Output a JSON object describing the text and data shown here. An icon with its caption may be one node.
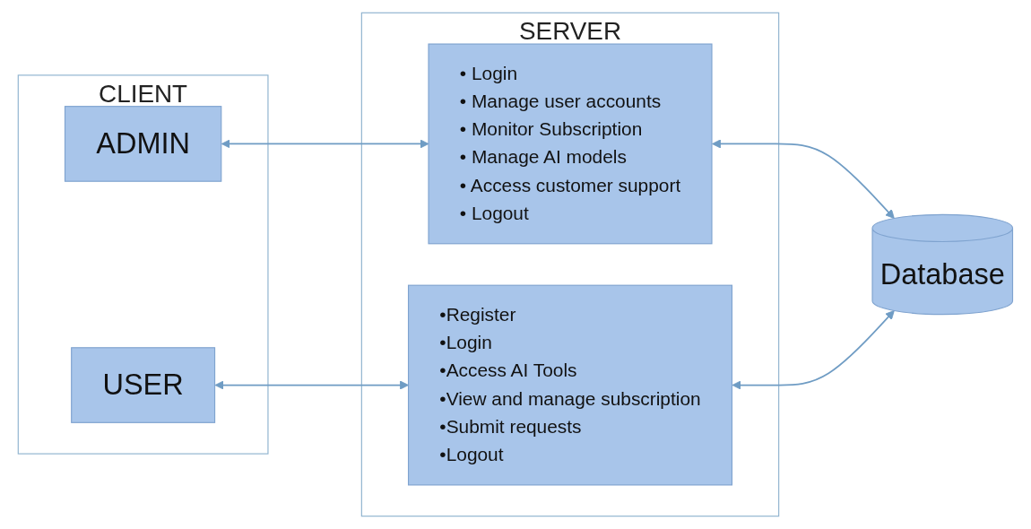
{
  "diagram": {
    "nodes": [
      {
        "text": [
          "CLIENT"
        ]
      },
      {
        "text": [
          "ADMIN"
        ],
        "in": 0
      },
      {
        "text": [
          "USER"
        ],
        "in": 0
      },
      {
        "text": [
          "SERVER"
        ]
      },
      {
        "text": [
          "• Login",
          "• Manage user accounts",
          "• Monitor Subscription",
          "• Manage AI models",
          "• Access customer support",
          "• Logout"
        ],
        "in": 3
      },
      {
        "text": [
          "•Register",
          "•Login",
          "•Access AI Tools",
          "•View and manage subscription",
          "•Submit requests",
          "•Logout"
        ],
        "in": 3
      },
      {
        "text": [
          "Database"
        ]
      }
    ],
    "edges": [
      {
        "from": 1,
        "to": 4,
        "arrow": "both"
      },
      {
        "from": 2,
        "to": 5,
        "arrow": "both"
      },
      {
        "from": 4,
        "to": 6,
        "arrow": "both"
      },
      {
        "from": 5,
        "to": 6,
        "arrow": "both"
      }
    ]
  }
}
